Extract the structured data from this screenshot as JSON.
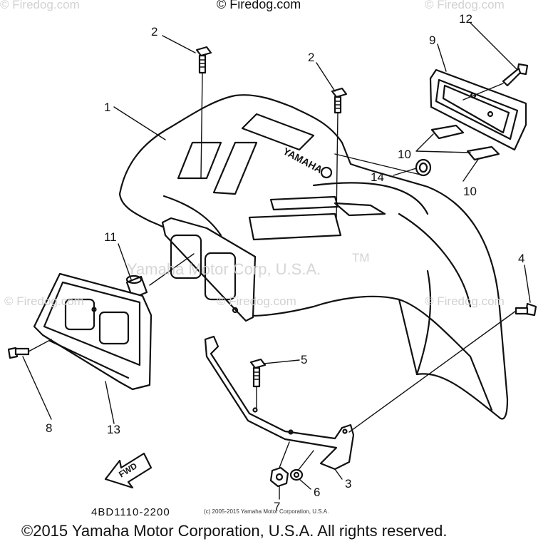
{
  "watermarks": {
    "top_left": "© Firedog.com",
    "top_center": "© Firedog.com",
    "top_right": "© Firedog.com",
    "mid_left": "© Firedog.com",
    "mid_center": "© Firedog.com",
    "mid_right": "© Firedog.com",
    "center": "Yamaha Motor Corp, U.S.A.",
    "center_tm": "TM"
  },
  "brand_text": "YAMAHA",
  "fwd_label": "FWD",
  "callouts": {
    "c1": "1",
    "c2a": "2",
    "c2b": "2",
    "c3": "3",
    "c4": "4",
    "c5": "5",
    "c6": "6",
    "c7": "7",
    "c8": "8",
    "c9": "9",
    "c10a": "10",
    "c10b": "10",
    "c11": "11",
    "c12": "12",
    "c13": "13",
    "c14": "14"
  },
  "diagram_code": "4BD1110-2200",
  "small_copyright": "(c) 2005-2015 Yamaha Motor Corporation, U.S.A.",
  "footer": "©2015 Yamaha Motor Corporation, U.S.A. All rights reserved."
}
